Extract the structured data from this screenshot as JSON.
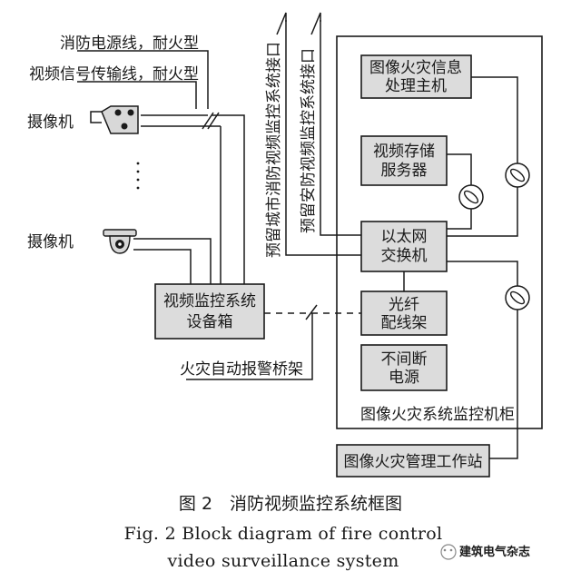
{
  "labels": {
    "power_line": "消防电源线，耐火型",
    "video_line": "视频信号传输线，耐火型",
    "camera_top": "摄像机",
    "camera_bottom": "摄像机",
    "reserved_city": "预留城市消防视频监控系统接口",
    "reserved_security": "预留安防视频监控系统接口",
    "bridge": "火灾自动报警桥架"
  },
  "boxes": {
    "host_line1": "图像火灾信息",
    "host_line2": "处理主机",
    "storage_line1": "视频存储",
    "storage_line2": "服务器",
    "switch_line1": "以太网",
    "switch_line2": "交换机",
    "odf_line1": "光纤",
    "odf_line2": "配线架",
    "ups_line1": "不间断",
    "ups_line2": "电源",
    "cabinet": "图像火灾系统监控机柜",
    "equip_line1": "视频监控系统",
    "equip_line2": "设备箱",
    "workstation": "图像火灾管理工作站"
  },
  "caption": {
    "cn": "图 2　消防视频监控系统框图",
    "en_line1": "Fig. 2   Block diagram of fire control",
    "en_line2": "video surveillance system"
  },
  "watermark": "建筑电气杂志"
}
